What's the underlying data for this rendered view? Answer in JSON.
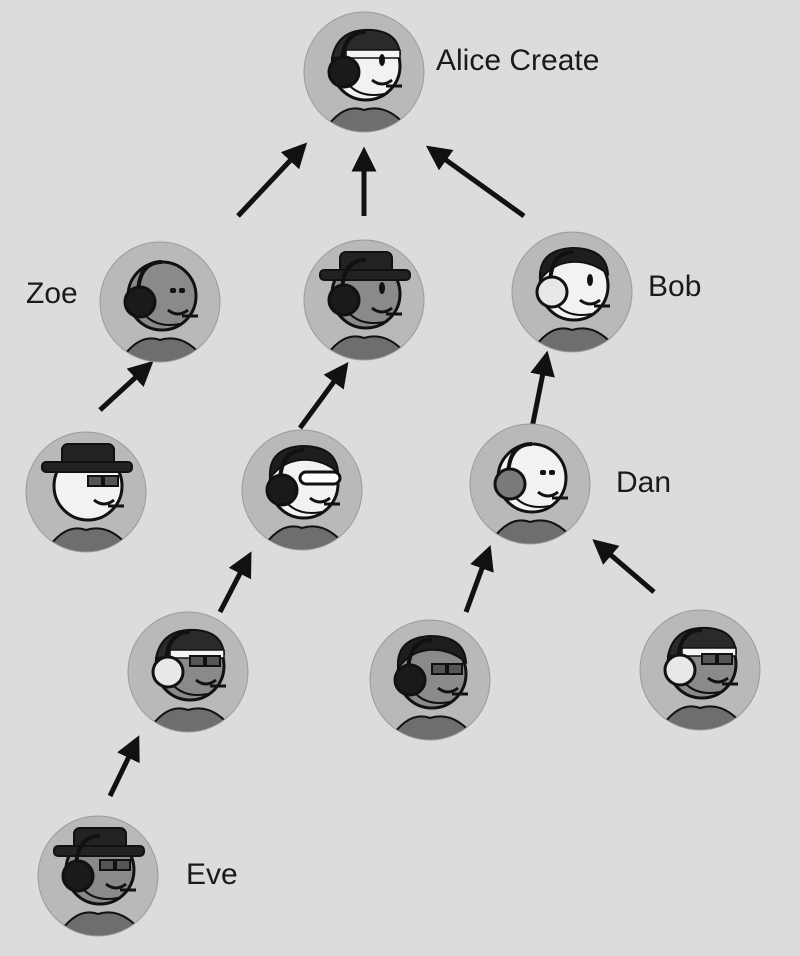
{
  "colors": {
    "background": "#dcdcdc",
    "avatar_bg": "#b9b9b9",
    "ink": "#111111",
    "skin_light": "#f2f2f2",
    "skin_mid": "#8a8a8a",
    "skin_dark": "#5a5a5a"
  },
  "nodes": [
    {
      "id": "alice",
      "label": "Alice Create",
      "avatar": {
        "hat": "cap",
        "skin": "light",
        "glasses": "none",
        "headphones": "dark",
        "face": "right"
      }
    },
    {
      "id": "zoe",
      "label": "Zoe",
      "avatar": {
        "hat": "none",
        "skin": "mid",
        "glasses": "dots",
        "headphones": "dark",
        "face": "right"
      }
    },
    {
      "id": "n3",
      "label": "",
      "avatar": {
        "hat": "fedora",
        "skin": "mid",
        "glasses": "none",
        "headphones": "dark",
        "face": "right"
      }
    },
    {
      "id": "bob",
      "label": "Bob",
      "avatar": {
        "hat": "hair",
        "skin": "light",
        "glasses": "none",
        "headphones": "light",
        "face": "right"
      }
    },
    {
      "id": "n5",
      "label": "",
      "avatar": {
        "hat": "fedora",
        "skin": "light",
        "glasses": "shades",
        "headphones": "none",
        "face": "right"
      }
    },
    {
      "id": "n6",
      "label": "",
      "avatar": {
        "hat": "hair",
        "skin": "light",
        "glasses": "visor",
        "headphones": "dark",
        "face": "right"
      }
    },
    {
      "id": "dan",
      "label": "Dan",
      "avatar": {
        "hat": "none",
        "skin": "light",
        "glasses": "dots",
        "headphones": "mid",
        "face": "right"
      }
    },
    {
      "id": "n8",
      "label": "",
      "avatar": {
        "hat": "cap",
        "skin": "mid",
        "glasses": "shades",
        "headphones": "light",
        "face": "right"
      }
    },
    {
      "id": "n9",
      "label": "",
      "avatar": {
        "hat": "hair",
        "skin": "mid",
        "glasses": "shades",
        "headphones": "dark",
        "face": "right"
      }
    },
    {
      "id": "n10",
      "label": "",
      "avatar": {
        "hat": "cap",
        "skin": "mid",
        "glasses": "shades",
        "headphones": "light",
        "face": "right"
      }
    },
    {
      "id": "eve",
      "label": "Eve",
      "avatar": {
        "hat": "fedora",
        "skin": "mid",
        "glasses": "shades",
        "headphones": "dark",
        "face": "right"
      }
    }
  ],
  "edges": [
    {
      "from": "zoe",
      "to": "alice"
    },
    {
      "from": "n3",
      "to": "alice"
    },
    {
      "from": "bob",
      "to": "alice"
    },
    {
      "from": "n5",
      "to": "zoe"
    },
    {
      "from": "n6",
      "to": "n3"
    },
    {
      "from": "dan",
      "to": "bob"
    },
    {
      "from": "n8",
      "to": "n6"
    },
    {
      "from": "n9",
      "to": "dan"
    },
    {
      "from": "n10",
      "to": "dan"
    },
    {
      "from": "eve",
      "to": "n8"
    }
  ]
}
